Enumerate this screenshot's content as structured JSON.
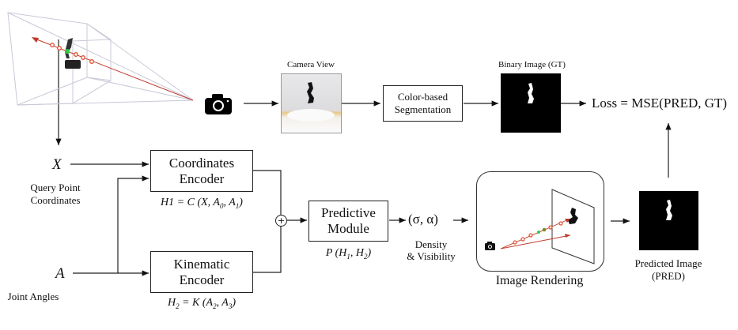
{
  "camera_view": {
    "label": "Camera View"
  },
  "segmentation": {
    "line1": "Color-based",
    "line2": "Segmentation"
  },
  "binary_gt": {
    "label": "Binary Image (GT)"
  },
  "loss": {
    "text": "Loss = MSE(PRED, GT)"
  },
  "query": {
    "symbol": "X",
    "line1": "Query Point",
    "line2": "Coordinates"
  },
  "joints": {
    "symbol": "A",
    "label": "Joint Angles"
  },
  "coord_encoder": {
    "line1": "Coordinates",
    "line2": "Encoder",
    "formula": {
      "lhs": "H1",
      "mid": " = C (X, A",
      "s0": "0",
      "sep": ", A",
      "s1": "1",
      "end": ")"
    }
  },
  "kin_encoder": {
    "line1": "Kinematic",
    "line2": "Encoder",
    "formula": {
      "lhs": "H",
      "lsub": "2",
      "mid": " = K (A",
      "s0": "2",
      "sep": ", A",
      "s1": "3",
      "end": ")"
    }
  },
  "combine": {
    "symbol": "+"
  },
  "predictive": {
    "line1": "Predictive",
    "line2": "Module",
    "formula": {
      "pre": "P (H",
      "s1": "1",
      "sep": ", H",
      "s2": "2",
      "end": ")"
    }
  },
  "output": {
    "symbol": "(σ, α)",
    "line1": "Density",
    "line2": "& Visibility"
  },
  "rendering": {
    "label": "Image Rendering"
  },
  "predicted": {
    "line1": "Predicted Image",
    "line2": "(PRED)"
  },
  "colors": {
    "ray": "#c0392b",
    "sample_point": "#e05030",
    "hit_point": "#2ecc40",
    "frustum": "#c8c8d8"
  }
}
